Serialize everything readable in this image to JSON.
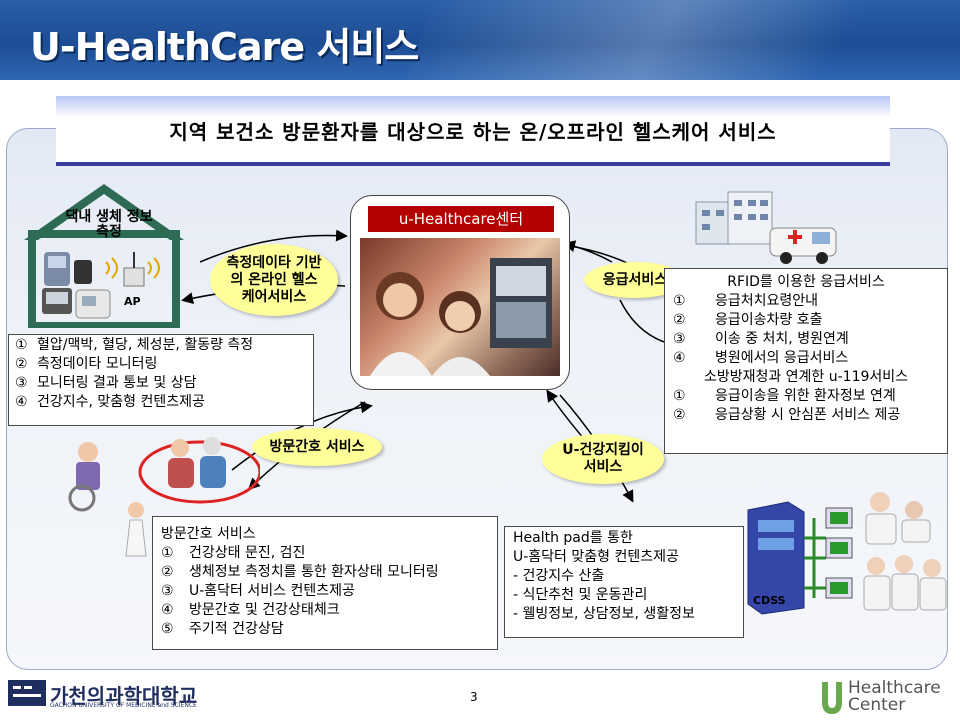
{
  "header": {
    "title": "U-HealthCare 서비스"
  },
  "banner": {
    "text": "지역 보건소 방문환자를 대상으로 하는 온/오프라인 헬스케어 서비스"
  },
  "home": {
    "label": "댁내 생체 정보 측정",
    "ap_label": "AP",
    "items": [
      {
        "num": "①",
        "text": "혈압/맥박, 혈당, 체성분, 활동량 측정"
      },
      {
        "num": "②",
        "text": "측정데이타 모니터링"
      },
      {
        "num": "③",
        "text": "모니터링 결과 통보 및 상담"
      },
      {
        "num": "④",
        "text": "건강지수, 맞춤형 컨텐츠제공"
      }
    ]
  },
  "ellipses": {
    "online": "측정데이타 기반의 온라인 헬스케어서비스",
    "emergency": "응급서비스",
    "visit": "방문간호 서비스",
    "team": "U-건강지킴이 서비스"
  },
  "center": {
    "label": "u-Healthcare센터"
  },
  "emergency_box": {
    "title": "RFID를 이용한 응급서비스",
    "items": [
      {
        "num": "①",
        "text": "응급처치요령안내"
      },
      {
        "num": "②",
        "text": "응급이송차량 호출"
      },
      {
        "num": "③",
        "text": "이송 중 처치, 병원연계"
      },
      {
        "num": "④",
        "text": "병원에서의 응급서비스"
      }
    ],
    "subtitle": "소방방재청과 연계한 u-119서비스",
    "items2": [
      {
        "num": "①",
        "text": "응급이송을 위한 환자정보 연계"
      },
      {
        "num": "②",
        "text": "응급상황 시 안심폰 서비스 제공"
      }
    ]
  },
  "visit_box": {
    "title": "방문간호 서비스",
    "items": [
      {
        "num": "①",
        "text": "건강상태 문진, 검진"
      },
      {
        "num": "②",
        "text": "생체정보 측정치를 통한 환자상태 모니터링"
      },
      {
        "num": "③",
        "text": "U-홈닥터 서비스 컨텐츠제공"
      },
      {
        "num": "④",
        "text": "방문간호 및 건강상태체크"
      },
      {
        "num": "⑤",
        "text": "주기적 건강상담"
      }
    ]
  },
  "healthpad_box": {
    "lines": [
      "Health pad를 통한",
      "U-홈닥터 맞춤형 컨텐츠제공",
      "- 건강지수 산출",
      "- 식단추천 및 운동관리",
      "- 웰빙정보, 상담정보, 생활정보"
    ]
  },
  "cdss": {
    "label": "CDSS"
  },
  "footer": {
    "university": "가천의과학대학교",
    "university_en": "GACHON UNIVERSITY OF MEDICINE and SCIENCE",
    "page": "3",
    "brand_line1": "Healthcare",
    "brand_line2": "Center"
  },
  "colors": {
    "title_bar": "#2b5fa8",
    "ellipse": "#ffff99",
    "house": "#2e6b55",
    "center_label": "#b30000",
    "brand_green": "#6aa84f"
  }
}
